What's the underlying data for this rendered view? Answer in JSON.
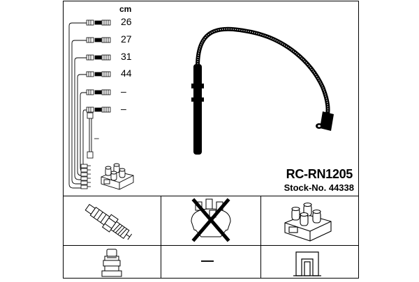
{
  "header": {
    "unit": "cm"
  },
  "lengths": [
    "26",
    "27",
    "31",
    "44",
    "–",
    "–"
  ],
  "extra_wire_length": "–",
  "product": {
    "part_number": "RC-RN1205",
    "stock_number": "Stock-No. 44338"
  },
  "components": {
    "empty_cell_label": "—",
    "icons": [
      "ignition-coil-icon",
      "spark-plug-icon",
      "distributor-cap-icon",
      "spark-plug-connector-icon",
      "coil-connector-icon"
    ]
  },
  "colors": {
    "line": "#000000",
    "background": "#ffffff"
  }
}
